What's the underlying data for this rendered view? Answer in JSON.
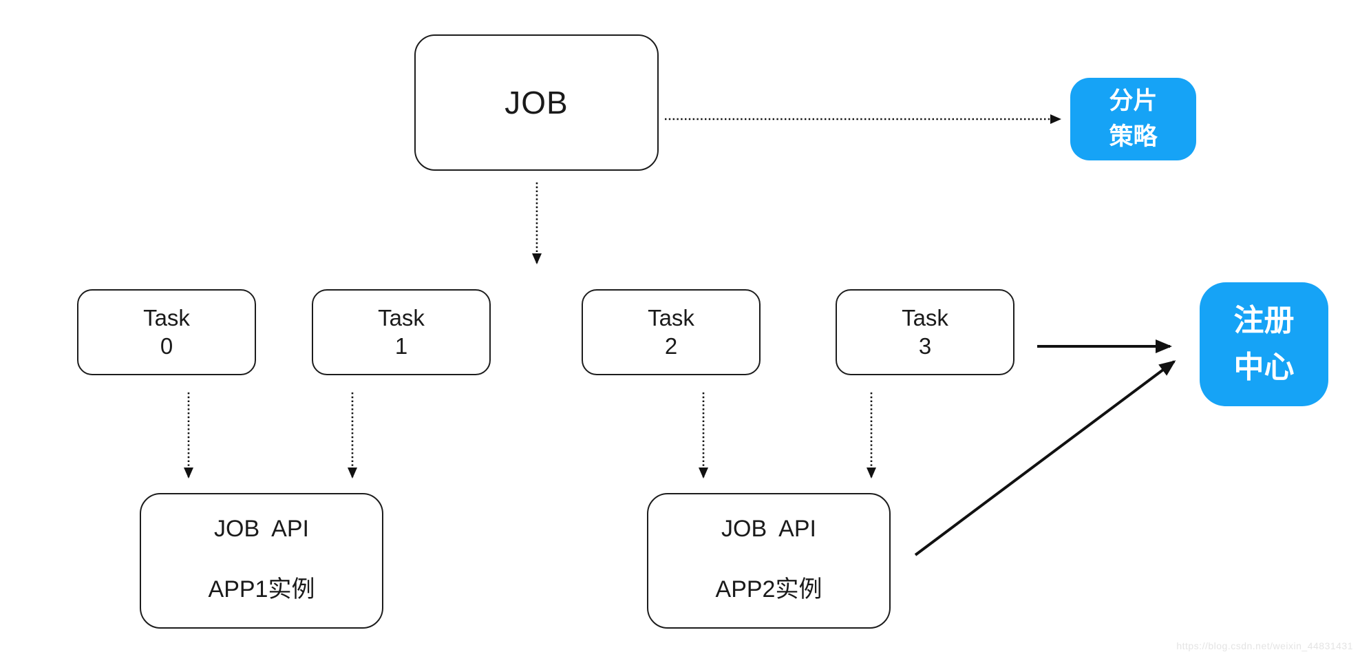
{
  "diagram": {
    "job": {
      "label": "JOB"
    },
    "sharding": {
      "line1": "分片",
      "line2": "策略"
    },
    "registry": {
      "line1": "注册",
      "line2": "中心"
    },
    "tasks": [
      {
        "line1": "Task",
        "line2": "0"
      },
      {
        "line1": "Task",
        "line2": "1"
      },
      {
        "line1": "Task",
        "line2": "2"
      },
      {
        "line1": "Task",
        "line2": "3"
      }
    ],
    "apps": [
      {
        "line1": "JOB  API",
        "line2": "APP1实例"
      },
      {
        "line1": "JOB  API",
        "line2": "APP2实例"
      }
    ],
    "watermark": "https://blog.csdn.net/weixin_44831431",
    "colors": {
      "accent_blue": "#16a3f6",
      "line_black": "#1c1c1c",
      "watermark_gray": "#e4e4e4"
    }
  }
}
